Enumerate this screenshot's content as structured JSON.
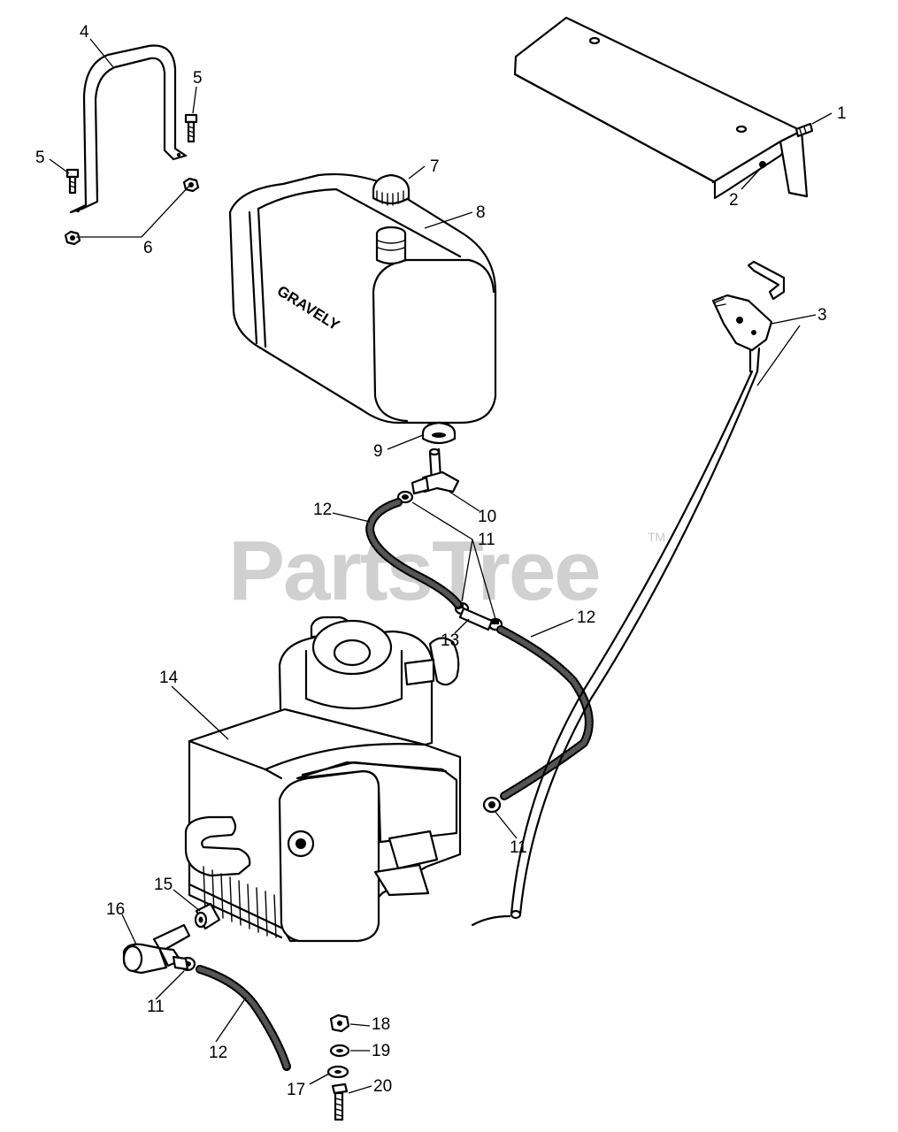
{
  "watermark": {
    "text": "PartsTree",
    "tm": "TM"
  },
  "tank_brand": "GRAVELY",
  "callouts": {
    "c1": "1",
    "c2": "2",
    "c3": "3",
    "c4": "4",
    "c5a": "5",
    "c5b": "5",
    "c6": "6",
    "c7": "7",
    "c8": "8",
    "c9": "9",
    "c10": "10",
    "c11a": "11",
    "c11b": "11",
    "c11c": "11",
    "c12a": "12",
    "c12b": "12",
    "c12c": "12",
    "c13": "13",
    "c14": "14",
    "c15": "15",
    "c16": "16",
    "c17": "17",
    "c18": "18",
    "c19": "19",
    "c20": "20"
  }
}
